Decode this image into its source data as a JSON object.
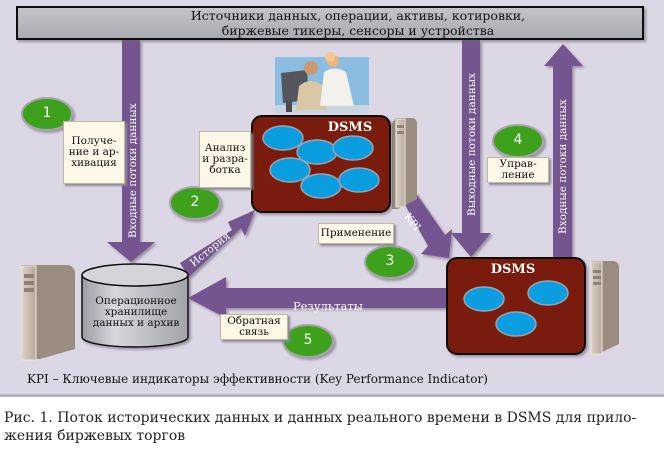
{
  "diagram": {
    "sources_box": {
      "line1": "Источники данных, операции, активы, котировки,",
      "line2": "биржевые тикеры, сенсоры и устройства"
    },
    "flows": {
      "left_input": "Входные потоки данных",
      "output": "Выходные потоки данных",
      "right_input": "Входные потоки данных",
      "history": "История",
      "kpi": "KPI",
      "results": "Результаты"
    },
    "dsms_top": {
      "title": "DSMS",
      "queries": 6
    },
    "dsms_bottom": {
      "title": "DSMS",
      "queries": 3
    },
    "storage": {
      "line1": "Операционное",
      "line2": "хранилище",
      "line3": "данных и архив"
    },
    "steps": [
      {
        "number": "1",
        "label_lines": [
          "Получе-",
          "ние и ар-",
          "хивация"
        ]
      },
      {
        "number": "2",
        "label_lines": [
          "Анализ",
          "и разра-",
          "ботка"
        ]
      },
      {
        "number": "3",
        "label_lines": [
          "Применение"
        ]
      },
      {
        "number": "4",
        "label_lines": [
          "Управ-",
          "ление"
        ]
      },
      {
        "number": "5",
        "label_lines": [
          "Обратная",
          "связь"
        ]
      }
    ],
    "kpi_legend": "KPI – Ключевые индикаторы эффективности (Key Performance Indicator)",
    "colors": {
      "background": "#dcd7e4",
      "arrow": "#74558f",
      "dsms_fill": "#7a1a0c",
      "query_fill": "#0a9de0",
      "step_circle": "#3da11d",
      "note_fill": "#fcf7e6",
      "source_box": "#b6b6bc"
    }
  },
  "caption": {
    "line1": "Рис. 1. Поток исторических данных и данных реального времени в DSMS для прило-",
    "line2": "жения биржевых торгов"
  }
}
